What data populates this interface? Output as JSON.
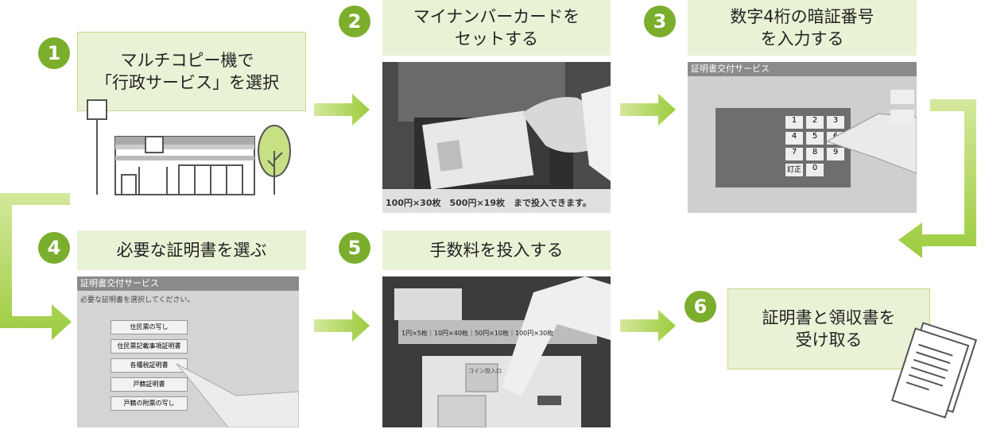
{
  "steps": [
    {
      "number": "1",
      "text": "マルチコピー機で\n「行政サービス」を選択"
    },
    {
      "number": "2",
      "text": "マイナンバーカードを\nセットする"
    },
    {
      "number": "3",
      "text": "数字4桁の暗証番号\nを入力する"
    },
    {
      "number": "4",
      "text": "必要な証明書を選ぶ"
    },
    {
      "number": "5",
      "text": "手数料を投入する"
    },
    {
      "number": "6",
      "text": "証明書と領収書を\n受け取る"
    }
  ],
  "photo2": {
    "coin_label": "100円×30枚　500円×19枚　まで投入できます。"
  },
  "photo3": {
    "screen_title": "証明書交付サービス",
    "keys": [
      "1",
      "2",
      "3",
      "4",
      "5",
      "6",
      "7",
      "8",
      "9",
      "訂正",
      "0"
    ]
  },
  "photo4": {
    "screen_title": "証明書交付サービス",
    "instruction": "必要な証明書を選択してください。",
    "options": [
      "住民票の写し",
      "住民票記載事項証明書",
      "各種税証明書",
      "戸籍証明書",
      "戸籍の附票の写し"
    ]
  },
  "photo5": {
    "price_strip": "1円×5枚｜10円×40枚｜50円×10枚｜100円×30枚",
    "slot_label": "コイン投入口"
  },
  "colors": {
    "accent": "#7aae2c",
    "label_bg": "#eaf2d6",
    "arrow": "#9ccc3e"
  }
}
